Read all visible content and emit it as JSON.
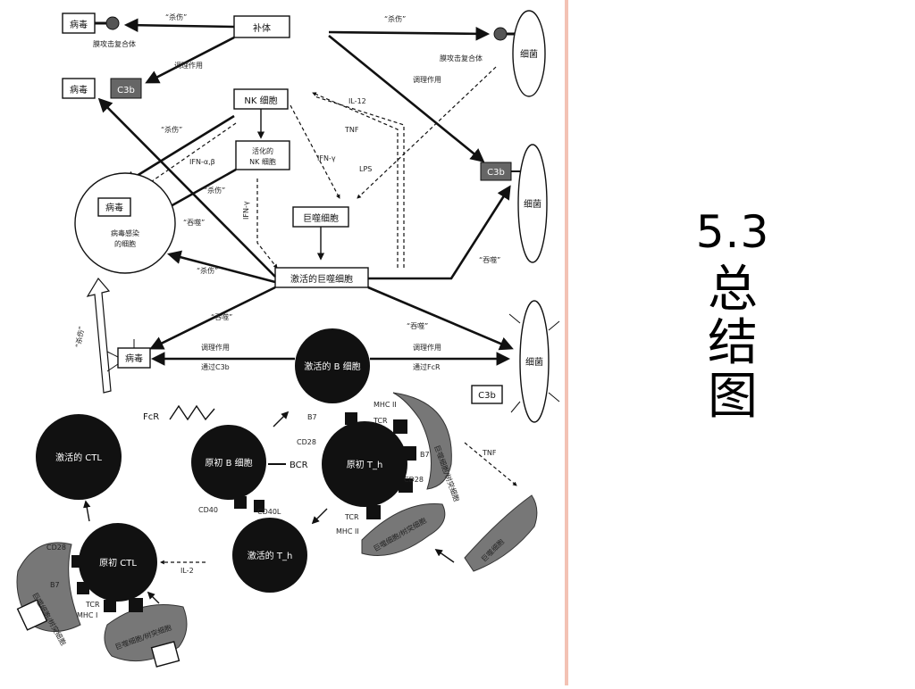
{
  "slide": {
    "title_number": "5.3",
    "title_text": "总结图"
  },
  "diagram": {
    "nodes": {
      "complement": "补体",
      "virus_top": "病毒",
      "mac_left": "膜攻击复合体",
      "virus_left": "病毒",
      "c3b_left": "C3b",
      "nk": "NK 细胞",
      "activated_nk": "活化的\nNK 细胞",
      "mac_right": "膜攻击复合体",
      "bacteria_top": "细菌",
      "c3b_right": "C3b",
      "bacteria_mid": "细菌",
      "infected_cell_virus": "病毒",
      "infected_cell": "病毒感染\n的细胞",
      "macrophage": "巨噬细胞",
      "activated_macrophage": "激活的巨噬细胞",
      "activated_b": "激活的 B 细胞",
      "virus_bottom": "病毒",
      "bacteria_bottom": "细菌",
      "c3b_bottom": "C3b",
      "activated_ctl": "激活的 CTL",
      "naive_b": "原初 B 细胞",
      "naive_th": "原初 T_h",
      "activated_th": "激活的 T_h",
      "naive_ctl": "原初 CTL",
      "fcr": "FcR"
    },
    "edge_labels": {
      "lysis_1": "“杀伤”",
      "lysis_2": "“杀伤”",
      "opsonize_1": "调理作用",
      "lysis_3": "“杀伤”",
      "ifn_ab": "IFN-α,β",
      "lysis_4": "“杀伤”",
      "phago_1": "“吞噬”",
      "lysis_5": "“杀伤”",
      "il12": "IL-12",
      "tnf": "TNF",
      "ifn_g": "IFN-γ",
      "lps": "LPS",
      "opsonize_2": "调理作用",
      "phago_2": "“吞噬”",
      "phago_3": "“吞噬”",
      "phago_4": "“吞噬”",
      "ifn_g_2": "IFN-γ",
      "opsonize_c3b": "调理作用\n通过C3b",
      "opsonize_fcr": "调理作用\n通过FcR",
      "lysis_6": "“杀伤”",
      "tnf_2": "TNF",
      "il2": "IL-2"
    },
    "molecules": {
      "b7_1": "B7",
      "mhc2_1": "MHC II",
      "tcr_1": "TCR",
      "cd28_1": "CD28",
      "bcr": "BCR",
      "b7_2": "B7",
      "cd28_2": "CD28",
      "cd40": "CD40",
      "cd40l": "CD40L",
      "tcr_2": "TCR",
      "mhc2_2": "MHC II",
      "cd28_3": "CD28",
      "b7_3": "B7",
      "tcr_3": "TCR",
      "mhc1": "MHC I"
    },
    "apc_labels": {
      "apc_th": "巨噬细胞/树突细胞",
      "apc_ctl_1": "巨噬细胞/树突细胞",
      "apc_ctl_2": "巨噬细胞/树突细胞",
      "apc_right": "巨噬细胞/树突细胞",
      "apc_right_2": "巨噬细胞"
    }
  },
  "colors": {
    "divider": "#f3c2b4",
    "ink": "#111111",
    "cell_fill": "#111111",
    "apc_fill": "#777777"
  }
}
